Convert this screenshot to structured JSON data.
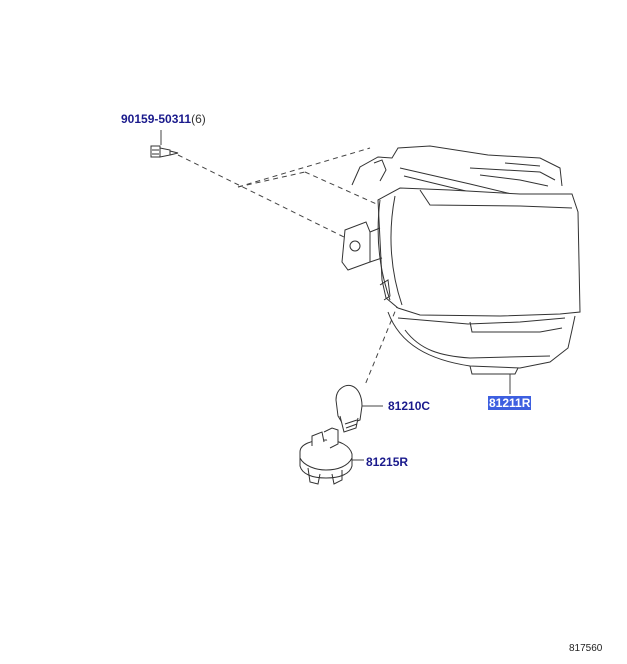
{
  "parts": {
    "bolt": {
      "number": "90159-50311",
      "qty": "(6)"
    },
    "bulb": {
      "number": "81210C"
    },
    "socket": {
      "number": "81215R"
    },
    "lamp": {
      "number": "81211R"
    }
  },
  "illustration_id": "817560",
  "colors": {
    "label": "#1a1a8c",
    "highlight": "#3d5fe0",
    "line": "#333333"
  }
}
